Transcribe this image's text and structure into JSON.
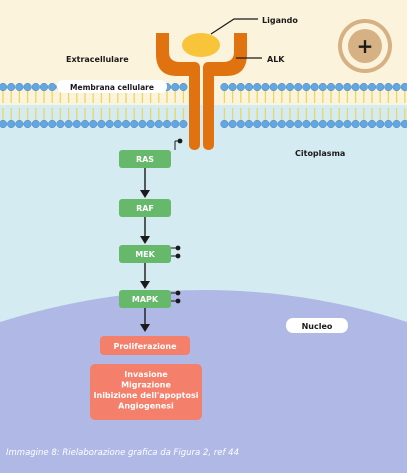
{
  "labels": {
    "ligando": "Ligando",
    "alk": "ALK",
    "extracellulare": "Extracellulare",
    "membrana": "Membrana cellulare",
    "citoplasma": "Citoplasma",
    "nucleo": "Nucleo",
    "plus_symbol": "+"
  },
  "pathway": [
    "RAS",
    "RAF",
    "MEK",
    "MAPK"
  ],
  "outcomes": {
    "proliferation": "Proliferazione",
    "effects": [
      "Invasione",
      "Migrazione",
      "Inibizione dell'apoptosi",
      "Angiogenesi"
    ]
  },
  "caption": "Immagine 8: Rielaborazione grafica da Figura 2, ref 44",
  "colors": {
    "extracellular_bg": "#fcf3dc",
    "cytoplasm_bg": "#d4ebf1",
    "nucleus_bg": "#b0b8e6",
    "receptor": "#e07310",
    "ligand": "#f8c43a",
    "pathway_box": "#66b86a",
    "outcome_box": "#f47f6a",
    "membrane_head": "#64a6e0",
    "membrane_tail": "#e8d860",
    "plus_ring": "#d6b184"
  },
  "icons": {
    "plus": "plus-circle-icon",
    "phosphate": "phosphate-dot-icon",
    "arrow": "arrow-down-icon"
  }
}
